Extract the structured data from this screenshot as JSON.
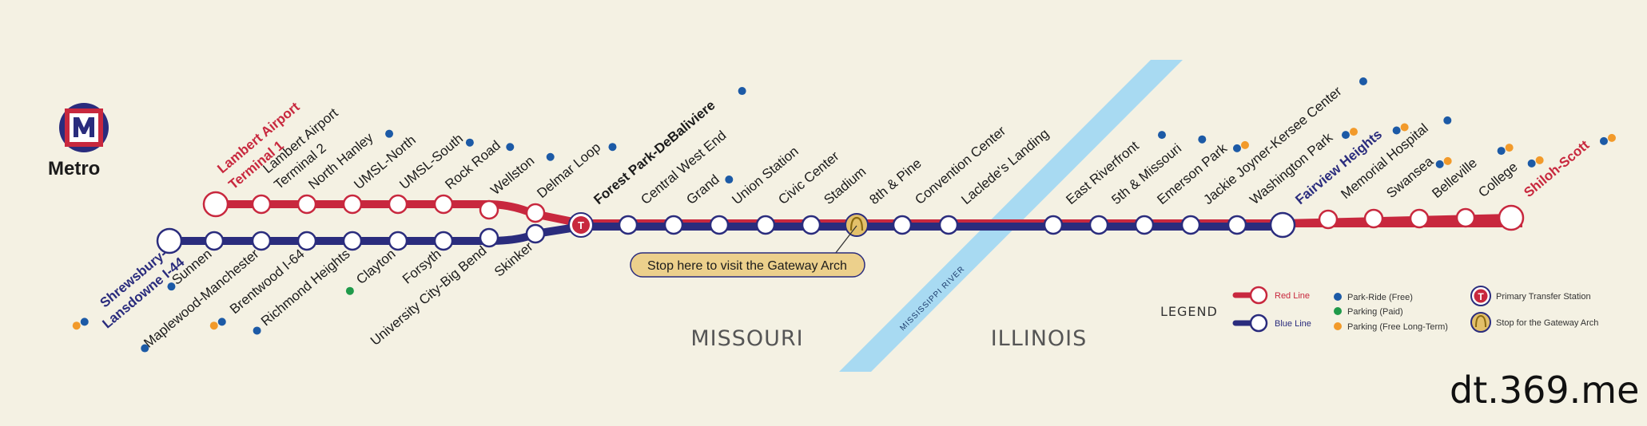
{
  "colors": {
    "background": "#f4f1e3",
    "red_line": "#c8283e",
    "blue_line": "#2a2c7d",
    "river": "#a8daf2",
    "park_ride_dot": "#1c5aa6",
    "parking_paid_dot": "#1f9a4a",
    "parking_free_long_term_dot": "#f29a2a",
    "arch_stop": "#e3c06a",
    "callout_fill": "#ecd08c"
  },
  "logo": {
    "text": "Metro",
    "icon": "metro-m-logo"
  },
  "states": {
    "west": "MISSOURI",
    "east": "ILLINOIS"
  },
  "river": {
    "name": "MISSISSIPPI RIVER"
  },
  "callout": {
    "text": "Stop here to visit the Gateway Arch"
  },
  "watermark": "dt.369.me",
  "legend": {
    "title": "LEGEND",
    "red_line": "Red Line",
    "blue_line": "Blue Line",
    "park_ride": "Park-Ride (Free)",
    "parking_paid": "Parking (Paid)",
    "parking_free_long_term": "Parking (Free Long-Term)",
    "primary_transfer": "Primary Transfer Station",
    "gateway_arch_stop": "Stop for the Gateway Arch",
    "transfer_symbol": "T"
  },
  "stations": {
    "red_branch": [
      {
        "name": "Lambert Airport Terminal 1",
        "terminus": true
      },
      {
        "name": "Lambert Airport Terminal 2"
      },
      {
        "name": "North Hanley",
        "parking": [
          "park_ride"
        ]
      },
      {
        "name": "UMSL-North"
      },
      {
        "name": "UMSL-South",
        "parking": [
          "park_ride"
        ]
      },
      {
        "name": "Rock Road",
        "parking": [
          "park_ride"
        ]
      },
      {
        "name": "Wellston",
        "parking": [
          "park_ride"
        ]
      },
      {
        "name": "Delmar Loop",
        "parking": [
          "park_ride"
        ]
      }
    ],
    "blue_branch": [
      {
        "name": "Shrewsbury-Lansdowne I-44",
        "terminus": true,
        "parking": [
          "park_ride",
          "parking_free_long_term"
        ]
      },
      {
        "name": "Sunnen",
        "parking": [
          "park_ride"
        ]
      },
      {
        "name": "Maplewood-Manchester",
        "parking": [
          "park_ride"
        ]
      },
      {
        "name": "Brentwood I-64",
        "parking": [
          "park_ride",
          "parking_free_long_term"
        ]
      },
      {
        "name": "Richmond Heights",
        "parking": [
          "park_ride"
        ]
      },
      {
        "name": "Clayton",
        "parking": [
          "parking_paid"
        ]
      },
      {
        "name": "Forsyth"
      },
      {
        "name": "University City-Big Bend"
      },
      {
        "name": "Skinker"
      }
    ],
    "transfer": {
      "name": "Forest Park-DeBaliviere",
      "parking": [
        "park_ride"
      ]
    },
    "trunk": [
      {
        "name": "Central West End"
      },
      {
        "name": "Grand",
        "parking": [
          "park_ride"
        ]
      },
      {
        "name": "Union Station"
      },
      {
        "name": "Civic Center"
      },
      {
        "name": "Stadium"
      },
      {
        "name": "8th & Pine",
        "arch": true
      },
      {
        "name": "Convention Center"
      },
      {
        "name": "Laclede's Landing"
      },
      {
        "name": "East Riverfront",
        "parking": [
          "park_ride"
        ]
      },
      {
        "name": "5th & Missouri",
        "parking": [
          "park_ride"
        ]
      },
      {
        "name": "Emerson Park",
        "parking": [
          "park_ride",
          "parking_free_long_term"
        ]
      },
      {
        "name": "Jackie Joyner-Kersee Center",
        "parking": [
          "park_ride"
        ]
      },
      {
        "name": "Washington Park",
        "parking": [
          "park_ride",
          "parking_free_long_term"
        ]
      },
      {
        "name": "Fairview Heights",
        "terminus": true,
        "parking": [
          "park_ride",
          "parking_free_long_term"
        ]
      }
    ],
    "red_extension": [
      {
        "name": "Memorial Hospital",
        "parking": [
          "park_ride"
        ]
      },
      {
        "name": "Swansea",
        "parking": [
          "park_ride",
          "parking_free_long_term"
        ]
      },
      {
        "name": "Belleville",
        "parking": [
          "park_ride",
          "parking_free_long_term"
        ]
      },
      {
        "name": "College",
        "parking": [
          "park_ride",
          "parking_free_long_term"
        ]
      },
      {
        "name": "Shiloh-Scott",
        "terminus": true,
        "parking": [
          "park_ride",
          "parking_free_long_term"
        ]
      }
    ]
  }
}
